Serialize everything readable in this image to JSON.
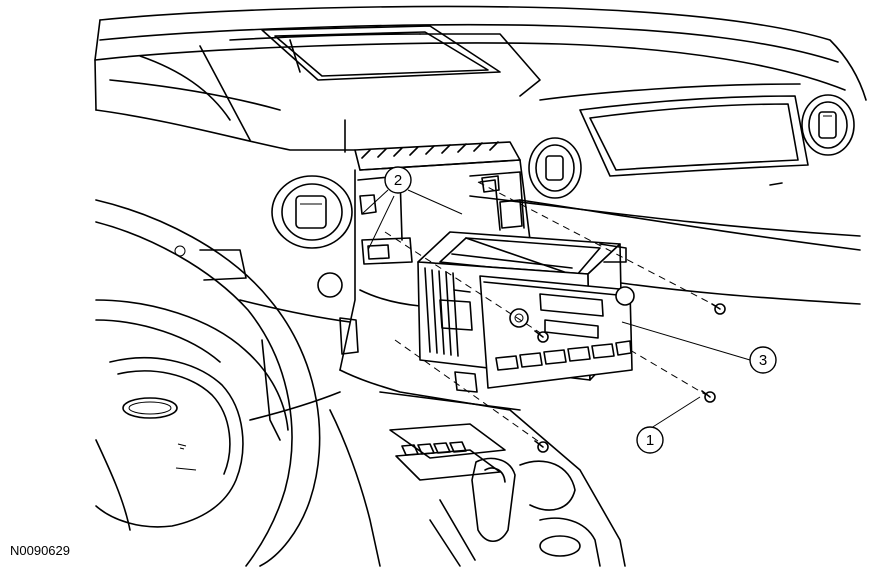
{
  "figure": {
    "id": "N0090629"
  },
  "callouts": [
    {
      "number": "1"
    },
    {
      "number": "2"
    },
    {
      "number": "3"
    }
  ],
  "colors": {
    "line": "#000000",
    "background": "#ffffff"
  }
}
